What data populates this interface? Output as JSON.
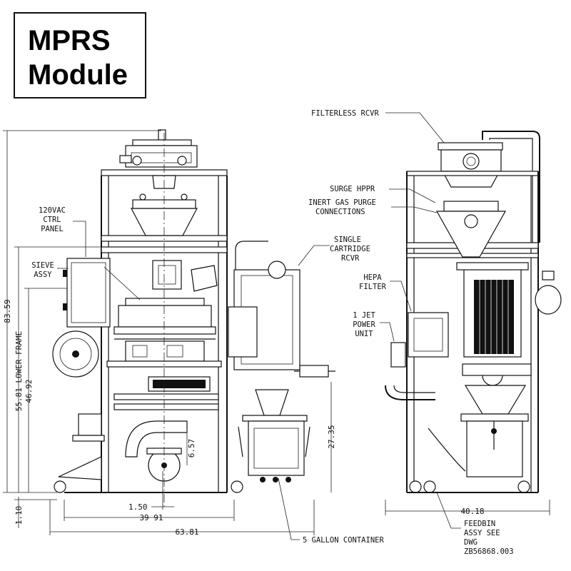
{
  "title": {
    "line1": "MPRS",
    "line2": "Module"
  },
  "callouts": {
    "ctrl_panel": [
      "120VAC",
      "CTRL",
      "PANEL"
    ],
    "sieve": [
      "SIEVE",
      "ASSY"
    ],
    "filterless": "FILTERLESS RCVR",
    "surge": "SURGE HPPR",
    "inert": [
      "INERT GAS PURGE",
      "CONNECTIONS"
    ],
    "single": [
      "SINGLE",
      "CARTRIDGE",
      "RCVR"
    ],
    "hepa": [
      "HEPA",
      "FILTER"
    ],
    "jet": [
      "1 JET",
      "POWER",
      "UNIT"
    ],
    "container": "5 GALLON CONTAINER",
    "feedbin": [
      "FEEDBIN",
      "ASSY SEE",
      "DWG",
      "ZB56868.003"
    ]
  },
  "dimensions": {
    "d1": "83.59",
    "d2": "55.81 LOWER FRAME",
    "d3": "46.92",
    "d4": "27.35",
    "d5": "6.57",
    "d6": "1.50",
    "d7": "39 91",
    "d8": "63.81",
    "d9": "40.18",
    "d10": "1.10"
  }
}
